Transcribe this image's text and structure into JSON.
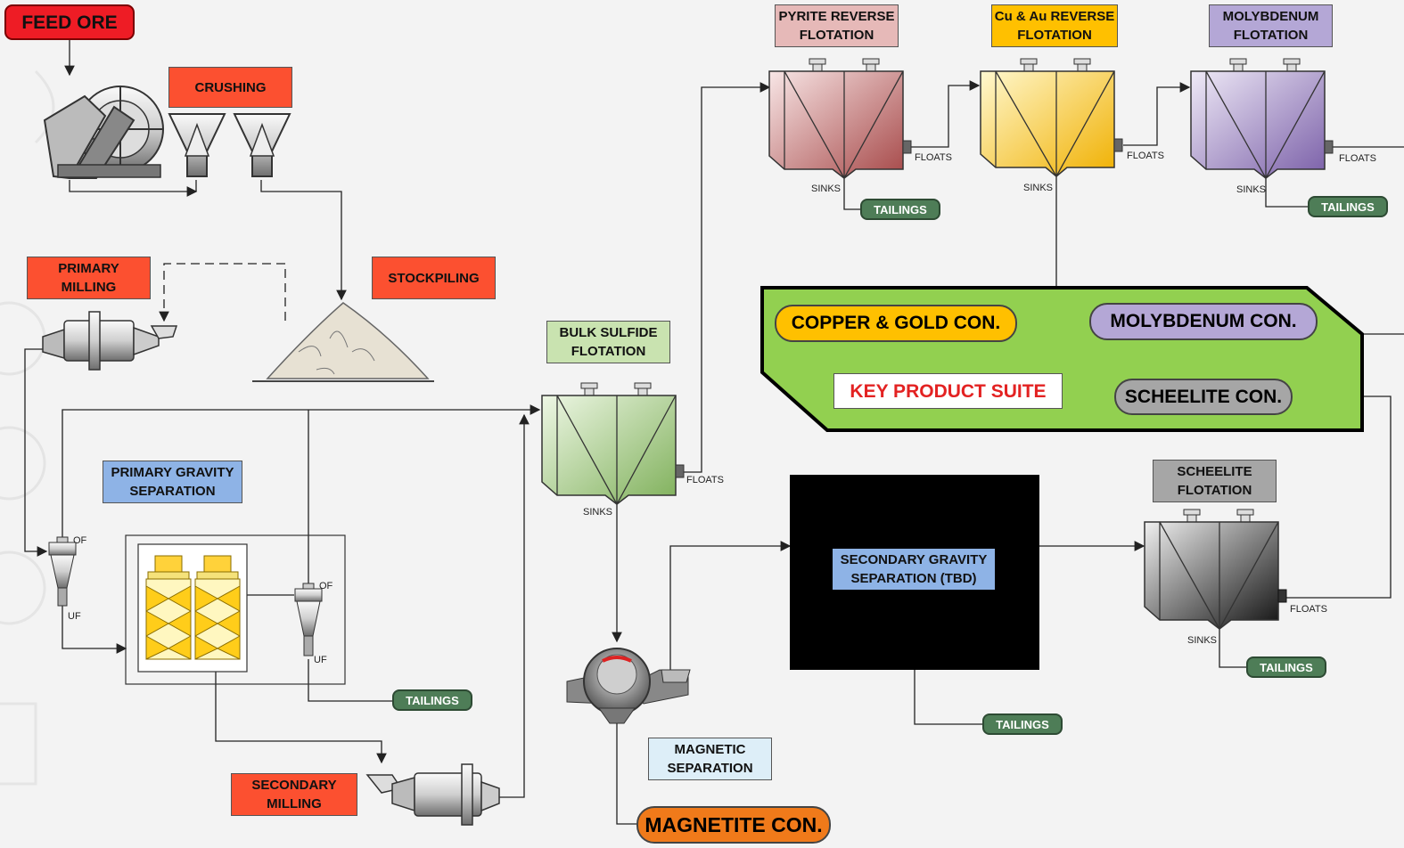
{
  "colors": {
    "feed": "#ee1c25",
    "process_red": "#fc5030",
    "bulk_green": "#c9e3b0",
    "gravity_blue": "#8eb3e6",
    "pyrite": "#e6b9b8",
    "cu_au": "#ffc000",
    "moly": "#b4a7d6",
    "scheelite": "#a6a6a6",
    "magnetic": "#ddeef8",
    "key_suite": "#92d050",
    "tailings": "#4e7d57",
    "magnetite": "#f07a1a"
  },
  "labels": {
    "feed_ore": "FEED ORE",
    "crushing": "CRUSHING",
    "stockpiling": "STOCKPILING",
    "primary_milling": "PRIMARY\nMILLING",
    "secondary_milling": "SECONDARY\nMILLING",
    "primary_gravity": "PRIMARY GRAVITY\nSEPARATION",
    "bulk_sulfide": "BULK SULFIDE\nFLOTATION",
    "pyrite_reverse": "PYRITE REVERSE\nFLOTATION",
    "cu_au_reverse": "Cu & Au REVERSE\nFLOTATION",
    "molybdenum_flotation": "MOLYBDENUM\nFLOTATION",
    "scheelite_flotation": "SCHEELITE\nFLOTATION",
    "secondary_gravity": "SECONDARY GRAVITY\nSEPARATION (TBD)",
    "magnetic_separation": "MAGNETIC\nSEPARATION",
    "key_product_suite": "KEY PRODUCT SUITE",
    "copper_gold_con": "COPPER & GOLD CON.",
    "molybdenum_con": "MOLYBDENUM CON.",
    "scheelite_con": "SCHEELITE CON.",
    "magnetite_con": "MAGNETITE CON.",
    "tailings": "TAILINGS",
    "floats": "FLOATS",
    "sinks": "SINKS",
    "of": "OF",
    "uf": "UF"
  }
}
